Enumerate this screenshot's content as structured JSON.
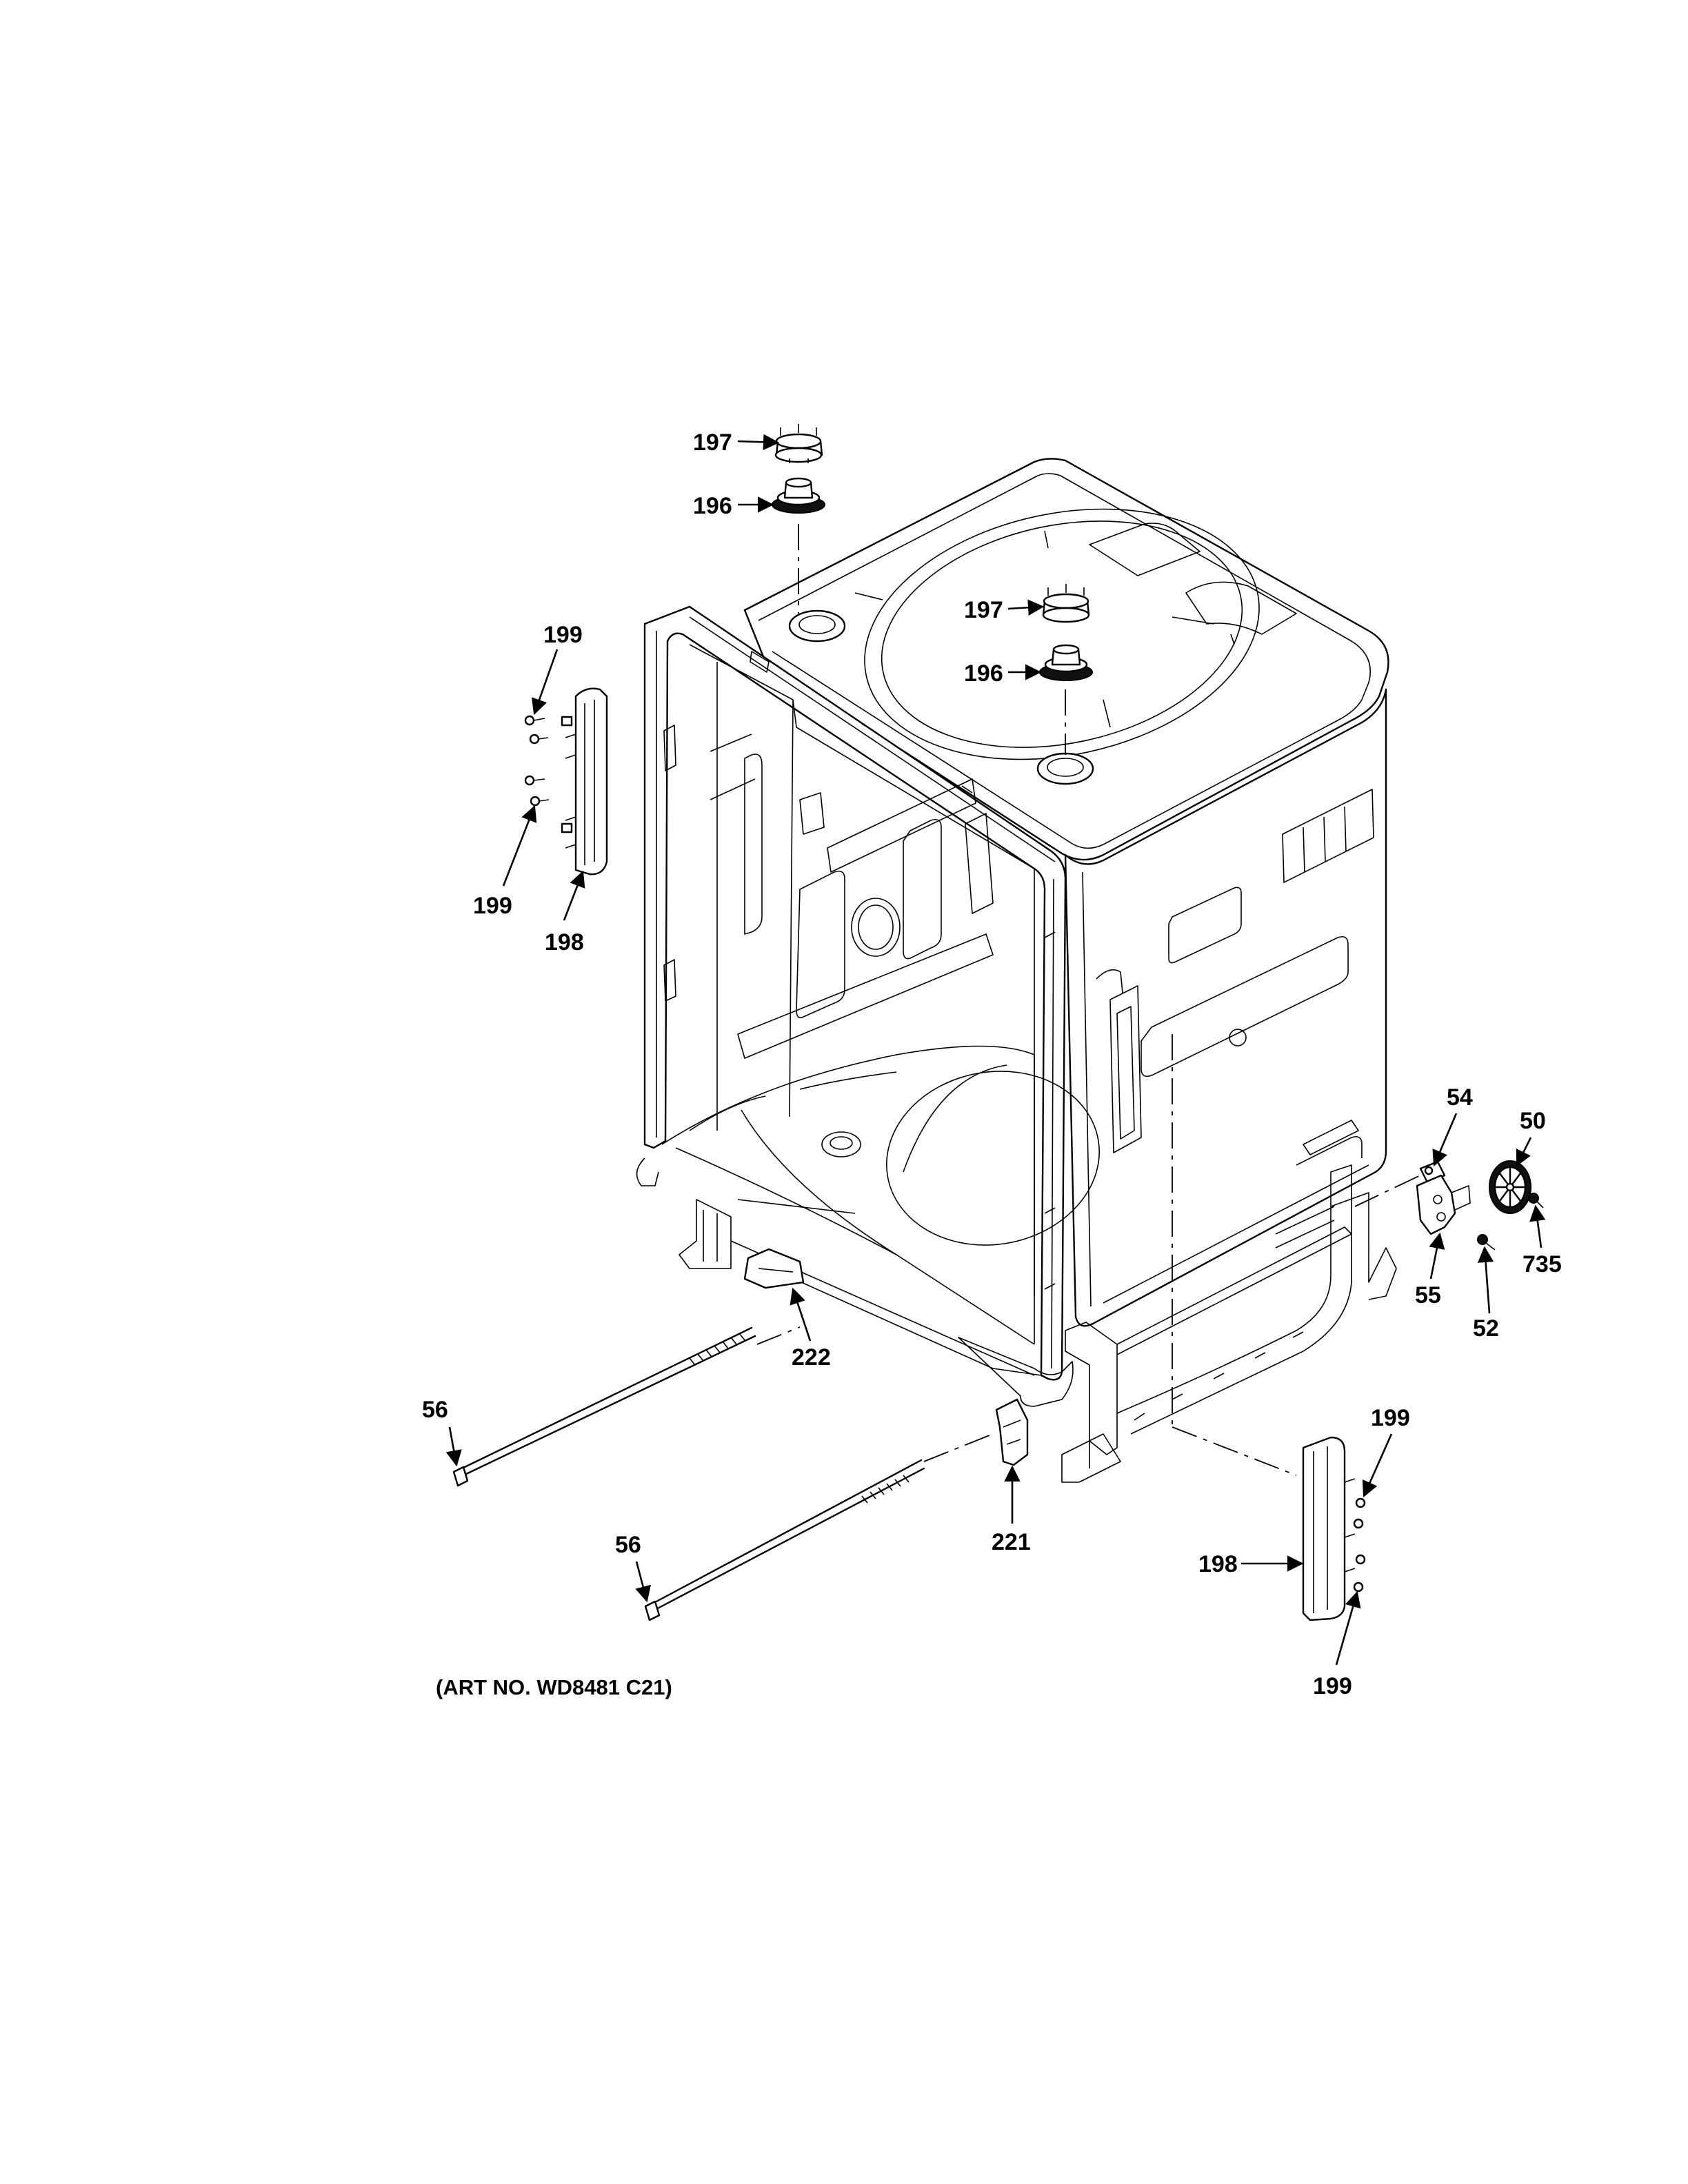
{
  "art_number": "(ART NO. WD8481 C21)",
  "callouts": {
    "c197_top": "197",
    "c196_top": "196",
    "c197_mid": "197",
    "c196_mid": "196",
    "c199_ul": "199",
    "c199_ll": "199",
    "c198_left": "198",
    "c54": "54",
    "c50": "50",
    "c55": "55",
    "c52": "52",
    "c735": "735",
    "c222": "222",
    "c56_upper": "56",
    "c56_lower": "56",
    "c221": "221",
    "c199_ur": "199",
    "c198_right": "198",
    "c199_lr": "199"
  },
  "colors": {
    "ink": "#000000",
    "paper": "#ffffff",
    "fill_dark": "#111111",
    "fill_gray": "#9a9a9a"
  }
}
